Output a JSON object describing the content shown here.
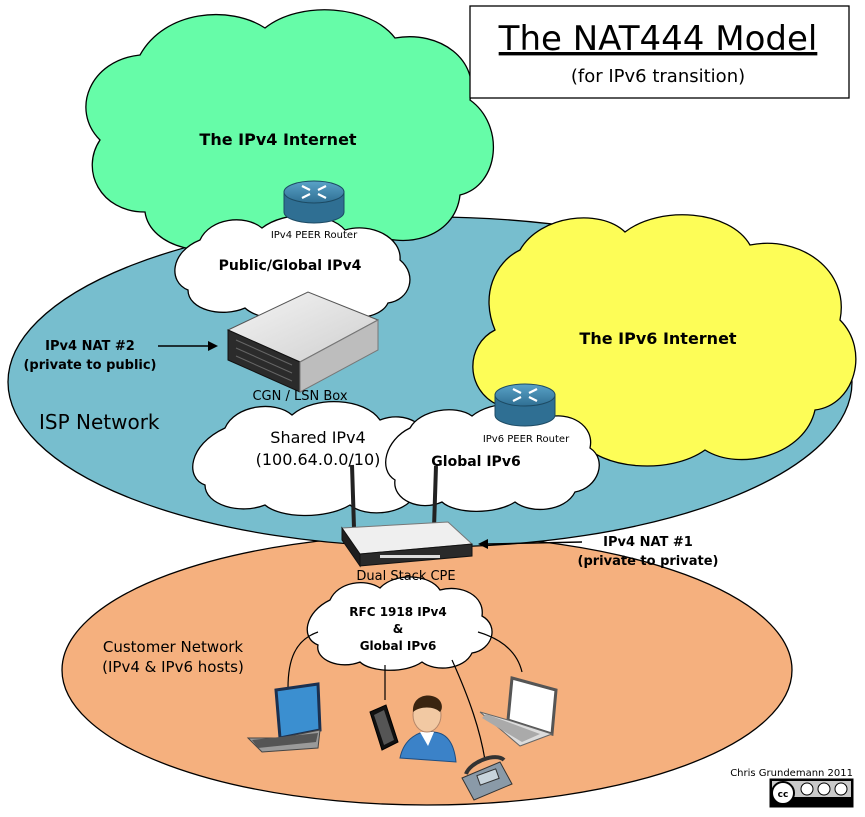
{
  "title": "The NAT444 Model",
  "subtitle": "(for IPv6 transition)",
  "clouds": {
    "ipv4_internet": "The IPv4 Internet",
    "ipv6_internet": "The IPv6 Internet",
    "public_global_ipv4": "Public/Global IPv4",
    "shared_ipv4_line1": "Shared IPv4",
    "shared_ipv4_line2": "(100.64.0.0/10)",
    "global_ipv6": "Global IPv6",
    "rfc1918_line1": "RFC 1918 IPv4",
    "rfc1918_line2": "&",
    "rfc1918_line3": "Global IPv6"
  },
  "devices": {
    "ipv4_peer_router": "IPv4 PEER Router",
    "ipv6_peer_router": "IPv6 PEER Router",
    "cgn_box": "CGN / LSN Box",
    "cpe": "Dual Stack CPE"
  },
  "networks": {
    "isp": "ISP Network",
    "customer_line1": "Customer Network",
    "customer_line2": "(IPv4 & IPv6 hosts)"
  },
  "annotations": {
    "nat2_line1": "IPv4 NAT #2",
    "nat2_line2": "(private to public)",
    "nat1_line1": "IPv4 NAT #1",
    "nat1_line2": "(private to private)"
  },
  "credit": "Chris Grundemann 2011",
  "license_badge": {
    "by": "BY",
    "nc": "NC",
    "sa": "SA"
  },
  "colors": {
    "ipv4_cloud": "#66fca8",
    "ipv6_cloud": "#fdfd57",
    "isp_network": "#77bece",
    "customer_network": "#f5b07e",
    "router": "#3d84a8"
  }
}
